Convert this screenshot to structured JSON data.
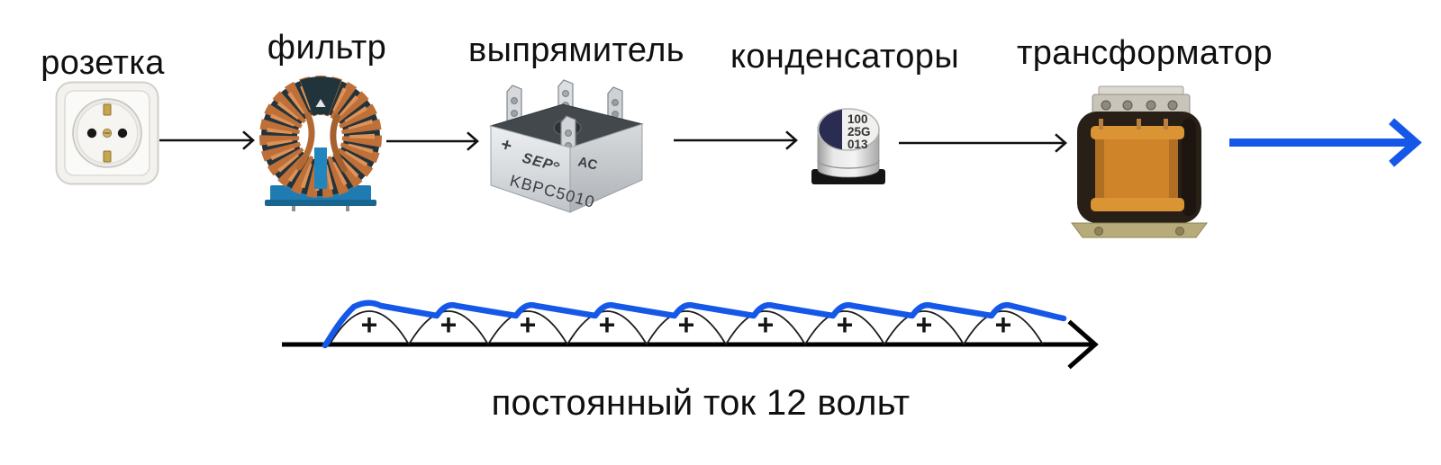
{
  "chain": {
    "items": [
      {
        "id": "socket",
        "label": "розетка"
      },
      {
        "id": "filter",
        "label": "фильтр"
      },
      {
        "id": "rectifier",
        "label": "выпрямитель"
      },
      {
        "id": "capacitors",
        "label": "конденсаторы"
      },
      {
        "id": "transformer",
        "label": "трансформатор"
      }
    ]
  },
  "components": {
    "rectifier": {
      "markings": {
        "polarity": "+",
        "brand": "SEP",
        "model": "KBPC5010",
        "ac_label": "AC"
      }
    },
    "capacitor": {
      "markings": {
        "line1": "100",
        "line2": "25G",
        "line3": "013"
      }
    }
  },
  "waveform": {
    "type": "line",
    "description": "nine rectified half-sine pulses under a smoothed DC ripple envelope ending in a time-axis arrow",
    "pulse_count": 9,
    "pulse_symbol": "+",
    "caption": "постоянный ток 12 вольт",
    "envelope_color": "#1558e8",
    "axis_color": "#000000",
    "pulse_outline_color": "#1a1a1a"
  },
  "colors": {
    "accent_blue": "#1558e8",
    "ink": "#111111",
    "background": "#ffffff"
  }
}
